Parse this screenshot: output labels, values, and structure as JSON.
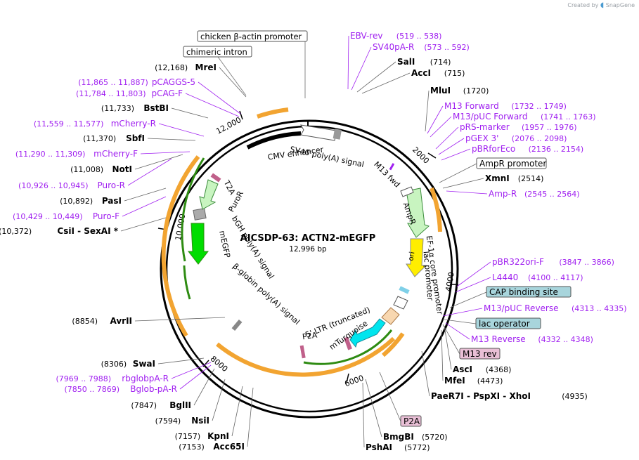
{
  "app": {
    "created_by": "Created by",
    "brand": "SnapGene",
    "brand_icon": "snapgene-logo-icon"
  },
  "plasmid": {
    "name": "AICSDP-63: ACTN2-mEGFP",
    "length": "12,996 bp",
    "length_bp": 12996
  },
  "colors": {
    "primer": "#a020f0",
    "enzyme": "#000000",
    "orange": "#f2a431",
    "green": "#2e8b12",
    "feature_box_cyan": "#a8d5dc",
    "feature_box_pink": "#e9bfd6"
  },
  "ticks": [
    "2000",
    "4000",
    "6000",
    "8000",
    "10,000",
    "12,000"
  ],
  "top_features": [
    {
      "label": "chicken β-actin promoter",
      "boxed": true
    },
    {
      "label": "chimeric intron",
      "boxed": true
    }
  ],
  "inner_features": {
    "cmv": "CMV enhancer",
    "sv40": "SV40 poly(A) signal",
    "m13fwd": "M13 fwd",
    "ampr": "AmpR",
    "ampr_promoter": "AmpR promoter",
    "ef1a": "EF-1α core promoter",
    "lac": "lac promoter",
    "ori": "ori",
    "ltr": "5' LTR (truncated)",
    "mturq": "mTurquoise",
    "p2a": "P2A",
    "bglobin": "β-globin poly(A) signal",
    "bgh": "bGH poly(A) signal",
    "megfp": "mEGFP",
    "puror": "PuroR",
    "t2a": "T2A"
  },
  "right_labels": [
    {
      "name": "EBV-rev",
      "pos": "(519 .. 538)",
      "type": "primer"
    },
    {
      "name": "SV40pA-R",
      "pos": "(573 .. 592)",
      "type": "primer"
    },
    {
      "name": "SalI",
      "pos": "(714)",
      "type": "enzyme"
    },
    {
      "name": "AccI",
      "pos": "(715)",
      "type": "enzyme"
    },
    {
      "name": "MluI",
      "pos": "(1720)",
      "type": "enzyme"
    },
    {
      "name": "M13 Forward",
      "pos": "(1732 .. 1749)",
      "type": "primer"
    },
    {
      "name": "M13/pUC Forward",
      "pos": "(1741 .. 1763)",
      "type": "primer"
    },
    {
      "name": "pRS-marker",
      "pos": "(1957 .. 1976)",
      "type": "primer"
    },
    {
      "name": "pGEX 3'",
      "pos": "(2076 .. 2098)",
      "type": "primer"
    },
    {
      "name": "pBRforEco",
      "pos": "(2136 .. 2154)",
      "type": "primer"
    },
    {
      "name": "AmpR promoter",
      "pos": "",
      "type": "box-white"
    },
    {
      "name": "XmnI",
      "pos": "(2514)",
      "type": "enzyme"
    },
    {
      "name": "Amp-R",
      "pos": "(2545 .. 2564)",
      "type": "primer"
    },
    {
      "name": "pBR322ori-F",
      "pos": "(3847 .. 3866)",
      "type": "primer"
    },
    {
      "name": "L4440",
      "pos": "(4100 .. 4117)",
      "type": "primer"
    },
    {
      "name": "CAP binding site",
      "pos": "",
      "type": "box-cyan"
    },
    {
      "name": "M13/pUC Reverse",
      "pos": "(4313 .. 4335)",
      "type": "primer"
    },
    {
      "name": "lac operator",
      "pos": "",
      "type": "box-cyan"
    },
    {
      "name": "M13 Reverse",
      "pos": "(4332 .. 4348)",
      "type": "primer"
    },
    {
      "name": "M13 rev",
      "pos": "",
      "type": "box-pink"
    },
    {
      "name": "AscI",
      "pos": "(4368)",
      "type": "enzyme"
    },
    {
      "name": "MfeI",
      "pos": "(4473)",
      "type": "enzyme"
    },
    {
      "name": "PaeR7I - PspXI - XhoI",
      "pos": "(4935)",
      "type": "enzyme"
    },
    {
      "name": "P2A",
      "pos": "",
      "type": "box-pink"
    },
    {
      "name": "BmgBI",
      "pos": "(5720)",
      "type": "enzyme"
    },
    {
      "name": "PshAI",
      "pos": "(5772)",
      "type": "enzyme"
    }
  ],
  "left_labels": [
    {
      "pos": "(12,168)",
      "name": "MreI",
      "type": "enzyme"
    },
    {
      "pos": "(11,865 .. 11,887)",
      "name": "pCAGGS-5",
      "type": "primer"
    },
    {
      "pos": "(11,784 .. 11,803)",
      "name": "pCAG-F",
      "type": "primer"
    },
    {
      "pos": "(11,733)",
      "name": "BstBI",
      "type": "enzyme"
    },
    {
      "pos": "(11,559 .. 11,577)",
      "name": "mCherry-R",
      "type": "primer"
    },
    {
      "pos": "(11,370)",
      "name": "SbfI",
      "type": "enzyme"
    },
    {
      "pos": "(11,290 .. 11,309)",
      "name": "mCherry-F",
      "type": "primer"
    },
    {
      "pos": "(11,008)",
      "name": "NotI",
      "type": "enzyme"
    },
    {
      "pos": "(10,926 .. 10,945)",
      "name": "Puro-R",
      "type": "primer"
    },
    {
      "pos": "(10,892)",
      "name": "PasI",
      "type": "enzyme"
    },
    {
      "pos": "(10,429 .. 10,449)",
      "name": "Puro-F",
      "type": "primer"
    },
    {
      "pos": "(10,372)",
      "name": "CsiI - SexAI *",
      "type": "enzyme"
    },
    {
      "pos": "(8854)",
      "name": "AvrII",
      "type": "enzyme"
    },
    {
      "pos": "(8306)",
      "name": "SwaI",
      "type": "enzyme"
    },
    {
      "pos": "(7969 .. 7988)",
      "name": "rbglobpA-R",
      "type": "primer"
    },
    {
      "pos": "(7850 .. 7869)",
      "name": "Bglob-pA-R",
      "type": "primer"
    },
    {
      "pos": "(7847)",
      "name": "BglII",
      "type": "enzyme"
    },
    {
      "pos": "(7594)",
      "name": "NsiI",
      "type": "enzyme"
    },
    {
      "pos": "(7157)",
      "name": "KpnI",
      "type": "enzyme"
    },
    {
      "pos": "(7153)",
      "name": "Acc65I",
      "type": "enzyme"
    }
  ]
}
